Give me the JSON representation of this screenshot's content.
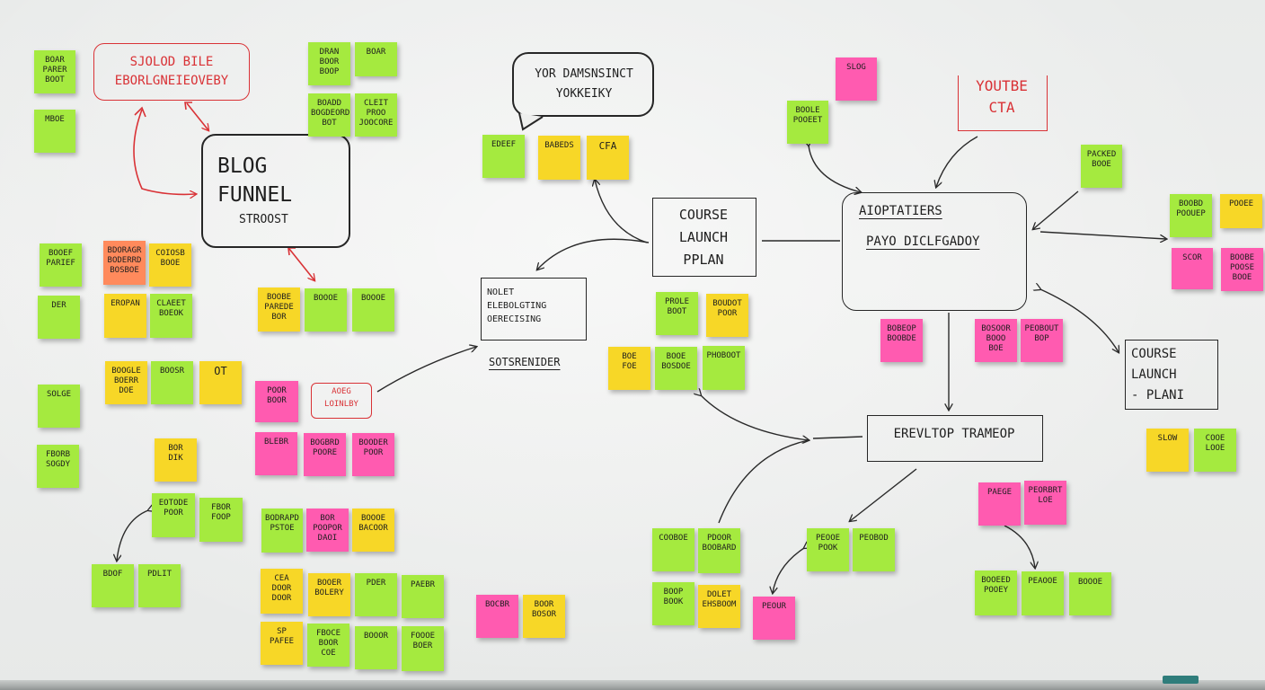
{
  "frames": {
    "blog_funnel": {
      "title": "BLOG\nFUNNEL",
      "subtitle": "STROOST"
    },
    "red_title": "SJOLOD BILE\nEBORLGNEIEOVEBY",
    "speech": "YOR DAMSNSINCT\nYOKKEIKY",
    "course_launch_center": "COURSE\nLAUNCH\nPPLAN",
    "violet_box": "NOLET\nELEBOLGTING\nOERECISING",
    "sotsremider": "SOTSRENIDER",
    "aoptatier": {
      "line1": "AIOPTATIERS",
      "line2": "PAYO DICLFGADOY"
    },
    "youtbe_cta": "YOUTBE\nCTA",
    "course_launch_right": "COURSE\nLAUNCH\n- PLANI",
    "erevltop": "EREVLTOP TRAMEOP",
    "red_small": "AOEG\nLOINLBY"
  },
  "notes": {
    "n1": "BOAR\nPARER\nBOOT",
    "n2": "MBOE",
    "n3": "DRAN\nBOOR\nBOOP",
    "n4": "BOAR",
    "n5": "BOADD\nBOGDEORD\nBOT",
    "n6": "CLEIT\nPROO\nJOOCORE",
    "n7": "BOOEF\nPARIEF",
    "n8": "DER",
    "n9": "BDORAGR\nBODERRD\nBOSBOE",
    "n10": "COIOSB\nBOOE",
    "n11": "EROPAN",
    "n12": "CLAEET\nBOEOK",
    "n13": "SOLGE",
    "n14": "BOOGLE\nBOERR\nDOE",
    "n15": "BOOSR",
    "n16": "OT",
    "n17": "FBORB\nSOGDY",
    "n18": "BOR\nDIK",
    "n19": "EOTODE\nPOOR",
    "n20": "FBOR\nFOOP",
    "n21": "BDOF",
    "n22": "PDLIT",
    "n23": "BOOBE\nPAREDE\nBOR",
    "n24": "BOOOE",
    "n25": "BOOOE",
    "n26": "POOR\nBOOR",
    "n27": "BLEBR",
    "n28": "BOGBRD\nPOORE",
    "n29": "BOODER\nPOOR",
    "n30": "BODRAPD\nPSTOE",
    "n31": "BOR\nPOOPOR\nDAOI",
    "n32": "BOOOE\nBACOOR",
    "n33": "CEA\nDOOR\nDOOR",
    "n34": "BOOER\nBOLERY",
    "n35": "PDER",
    "n36": "PAEBR",
    "n37": "SP\nPAFEE",
    "n38": "FBOCE\nBOOR\nCOE",
    "n39": "BOOOR",
    "n40": "FOOOE\nBOER",
    "n41": "BOCBR",
    "n42": "BOOR\nBOSOR",
    "n43": "EDEEF",
    "n44": "BABEDS",
    "n45": "CFA",
    "n46": "PROLE\nBOOT",
    "n47": "BOUDOT\nPOOR",
    "n48": "BOE\nFOE",
    "n49": "BOOE\nBOSDOE",
    "n50": "PHOBOOT",
    "n51": "COOBOE",
    "n52": "PDOOR\nBOOBARD",
    "n53": "BOOP\nBOOK",
    "n54": "DOLET\nEHSBOOM",
    "n55": "PEOUR",
    "n56": "PEOOE\nPOOK",
    "n57": "PEOBOD",
    "n58": "SLOG",
    "n59": "BOOLE\nPOOEET",
    "n60": "BOBEOP\nBOOBDE",
    "n61": "BOSOOR\nBOOO\nBOE",
    "n62": "PEOBOUT\nBOP",
    "n63": "PACKED\nBOOE",
    "n64": "BOOBD\nPOOUEP",
    "n65": "POOEE",
    "n66": "SCOR",
    "n67": "BOOBE\nPOOSE\nBOOE",
    "n68": "SLOW",
    "n69": "COOE\nLOOE",
    "n70": "PAEGE",
    "n71": "PEORBRT\nLOE",
    "n72": "BOOEED\nPOOEY",
    "n73": "PEAOOE",
    "n74": "BOOOE"
  }
}
